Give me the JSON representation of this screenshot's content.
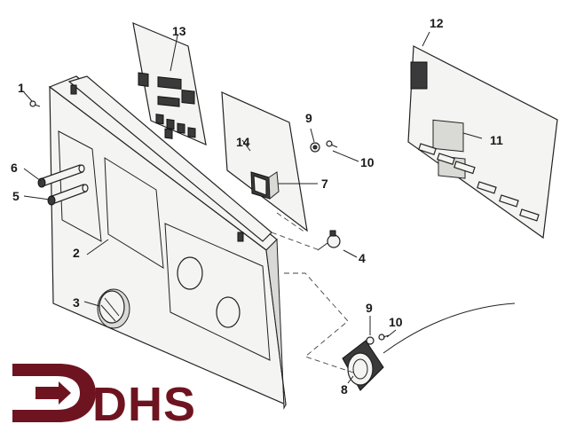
{
  "callouts": {
    "c1": "1",
    "c2": "2",
    "c3": "3",
    "c4": "4",
    "c5": "5",
    "c6": "6",
    "c7": "7",
    "c8": "8",
    "c9a": "9",
    "c9b": "9",
    "c10a": "10",
    "c10b": "10",
    "c11": "11",
    "c12": "12",
    "c13": "13",
    "c14": "14"
  },
  "logo": {
    "text": "DHS",
    "color": "#6e1420"
  }
}
